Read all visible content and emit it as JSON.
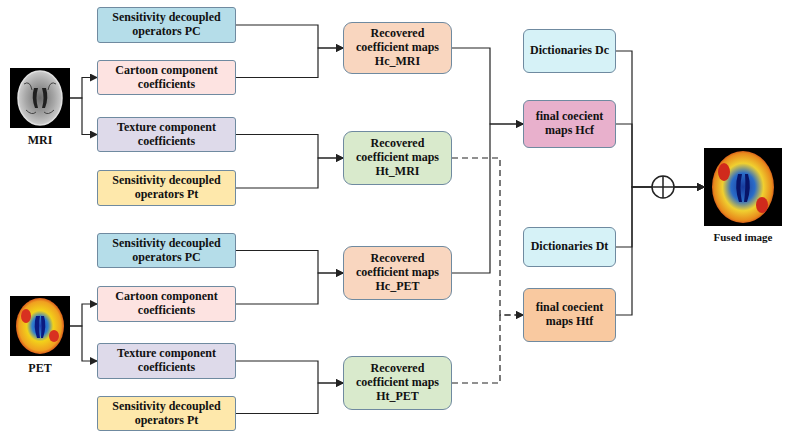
{
  "diagram": {
    "nodes": [
      {
        "text": [
          "MRI"
        ]
      },
      {
        "text": [
          "Sensitivity decoupled operators PC"
        ]
      },
      {
        "text": [
          "Cartoon component coefficients"
        ]
      },
      {
        "text": [
          "Texture component coefficients"
        ]
      },
      {
        "text": [
          "Sensitivity decoupled operators Pt"
        ]
      },
      {
        "text": [
          "Recovered coefficient maps Hc_MRI"
        ]
      },
      {
        "text": [
          "Recovered coefficient maps Ht_MRI"
        ]
      },
      {
        "text": [
          "PET"
        ]
      },
      {
        "text": [
          "Sensitivity decoupled operators PC"
        ]
      },
      {
        "text": [
          "Cartoon component coefficients"
        ]
      },
      {
        "text": [
          "Texture component coefficients"
        ]
      },
      {
        "text": [
          "Sensitivity decoupled operators Pt"
        ]
      },
      {
        "text": [
          "Recovered coefficient maps Hc_PET"
        ]
      },
      {
        "text": [
          "Recovered coefficient maps Ht_PET"
        ]
      },
      {
        "text": [
          "Dictionaries Dc"
        ]
      },
      {
        "text": [
          "final coecient maps Hcf"
        ]
      },
      {
        "text": [
          "Dictionaries Dt"
        ]
      },
      {
        "text": [
          "final coecient maps Htf"
        ]
      },
      {
        "text": [
          "Fused image"
        ]
      }
    ],
    "edges": [
      {
        "from": 0,
        "to": 2,
        "arrow": "to"
      },
      {
        "from": 0,
        "to": 3,
        "arrow": "to"
      },
      {
        "from": 1,
        "to": 5,
        "arrow": "to"
      },
      {
        "from": 2,
        "to": 5,
        "arrow": "to"
      },
      {
        "from": 3,
        "to": 6,
        "arrow": "to"
      },
      {
        "from": 4,
        "to": 6,
        "arrow": "to"
      },
      {
        "from": 7,
        "to": 9,
        "arrow": "to"
      },
      {
        "from": 7,
        "to": 10,
        "arrow": "to"
      },
      {
        "from": 8,
        "to": 12,
        "arrow": "to"
      },
      {
        "from": 9,
        "to": 12,
        "arrow": "to"
      },
      {
        "from": 10,
        "to": 13,
        "arrow": "to"
      },
      {
        "from": 11,
        "to": 13,
        "arrow": "to"
      },
      {
        "from": 5,
        "to": 15,
        "arrow": "to"
      },
      {
        "from": 12,
        "to": 15,
        "arrow": "to"
      },
      {
        "from": 6,
        "to": 17,
        "arrow": "to"
      },
      {
        "from": 13,
        "to": 17,
        "arrow": "to"
      },
      {
        "from": 14,
        "to": 18,
        "arrow": "to"
      },
      {
        "from": 15,
        "to": 18,
        "arrow": "to"
      },
      {
        "from": 16,
        "to": 18,
        "arrow": "to"
      },
      {
        "from": 17,
        "to": 18,
        "arrow": "to"
      }
    ]
  }
}
